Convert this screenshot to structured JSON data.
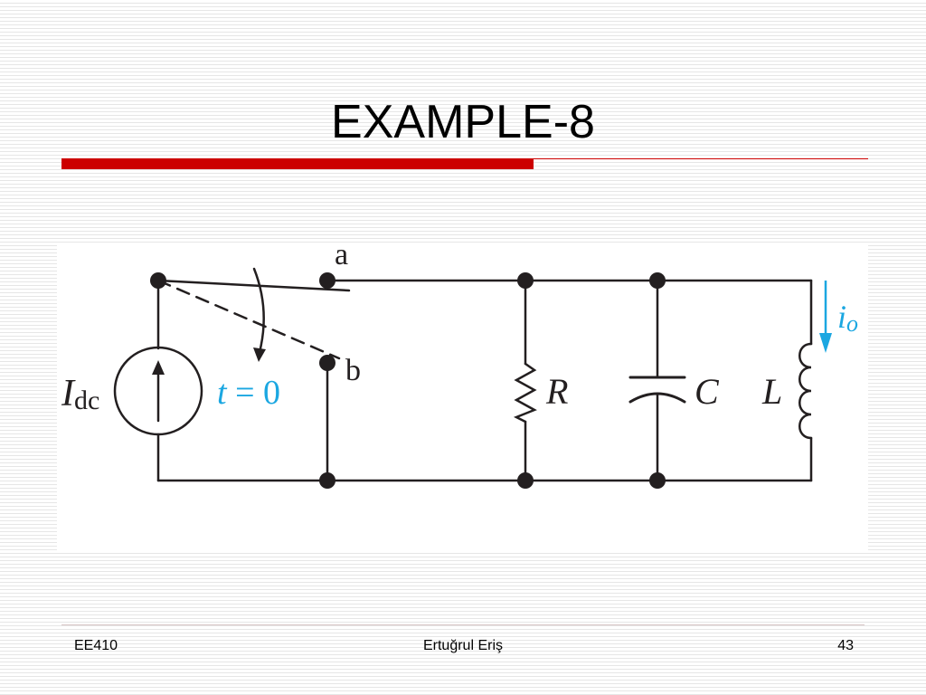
{
  "slide": {
    "title": "EXAMPLE-8",
    "colors": {
      "accent": "#cc0000",
      "wire": "#231f20",
      "highlight": "#1ba7e1"
    }
  },
  "circuit": {
    "terminal_a": "a",
    "terminal_b": "b",
    "source_symbol": "I",
    "source_subscript": "dc",
    "switch_time_var": "t",
    "switch_time_rest": " = 0",
    "resistor_label": "R",
    "capacitor_label": "C",
    "inductor_label": "L",
    "current_symbol": "i",
    "current_subscript": "o"
  },
  "footer": {
    "course": "EE410",
    "author": "Ertuğrul Eriş",
    "page": "43"
  }
}
